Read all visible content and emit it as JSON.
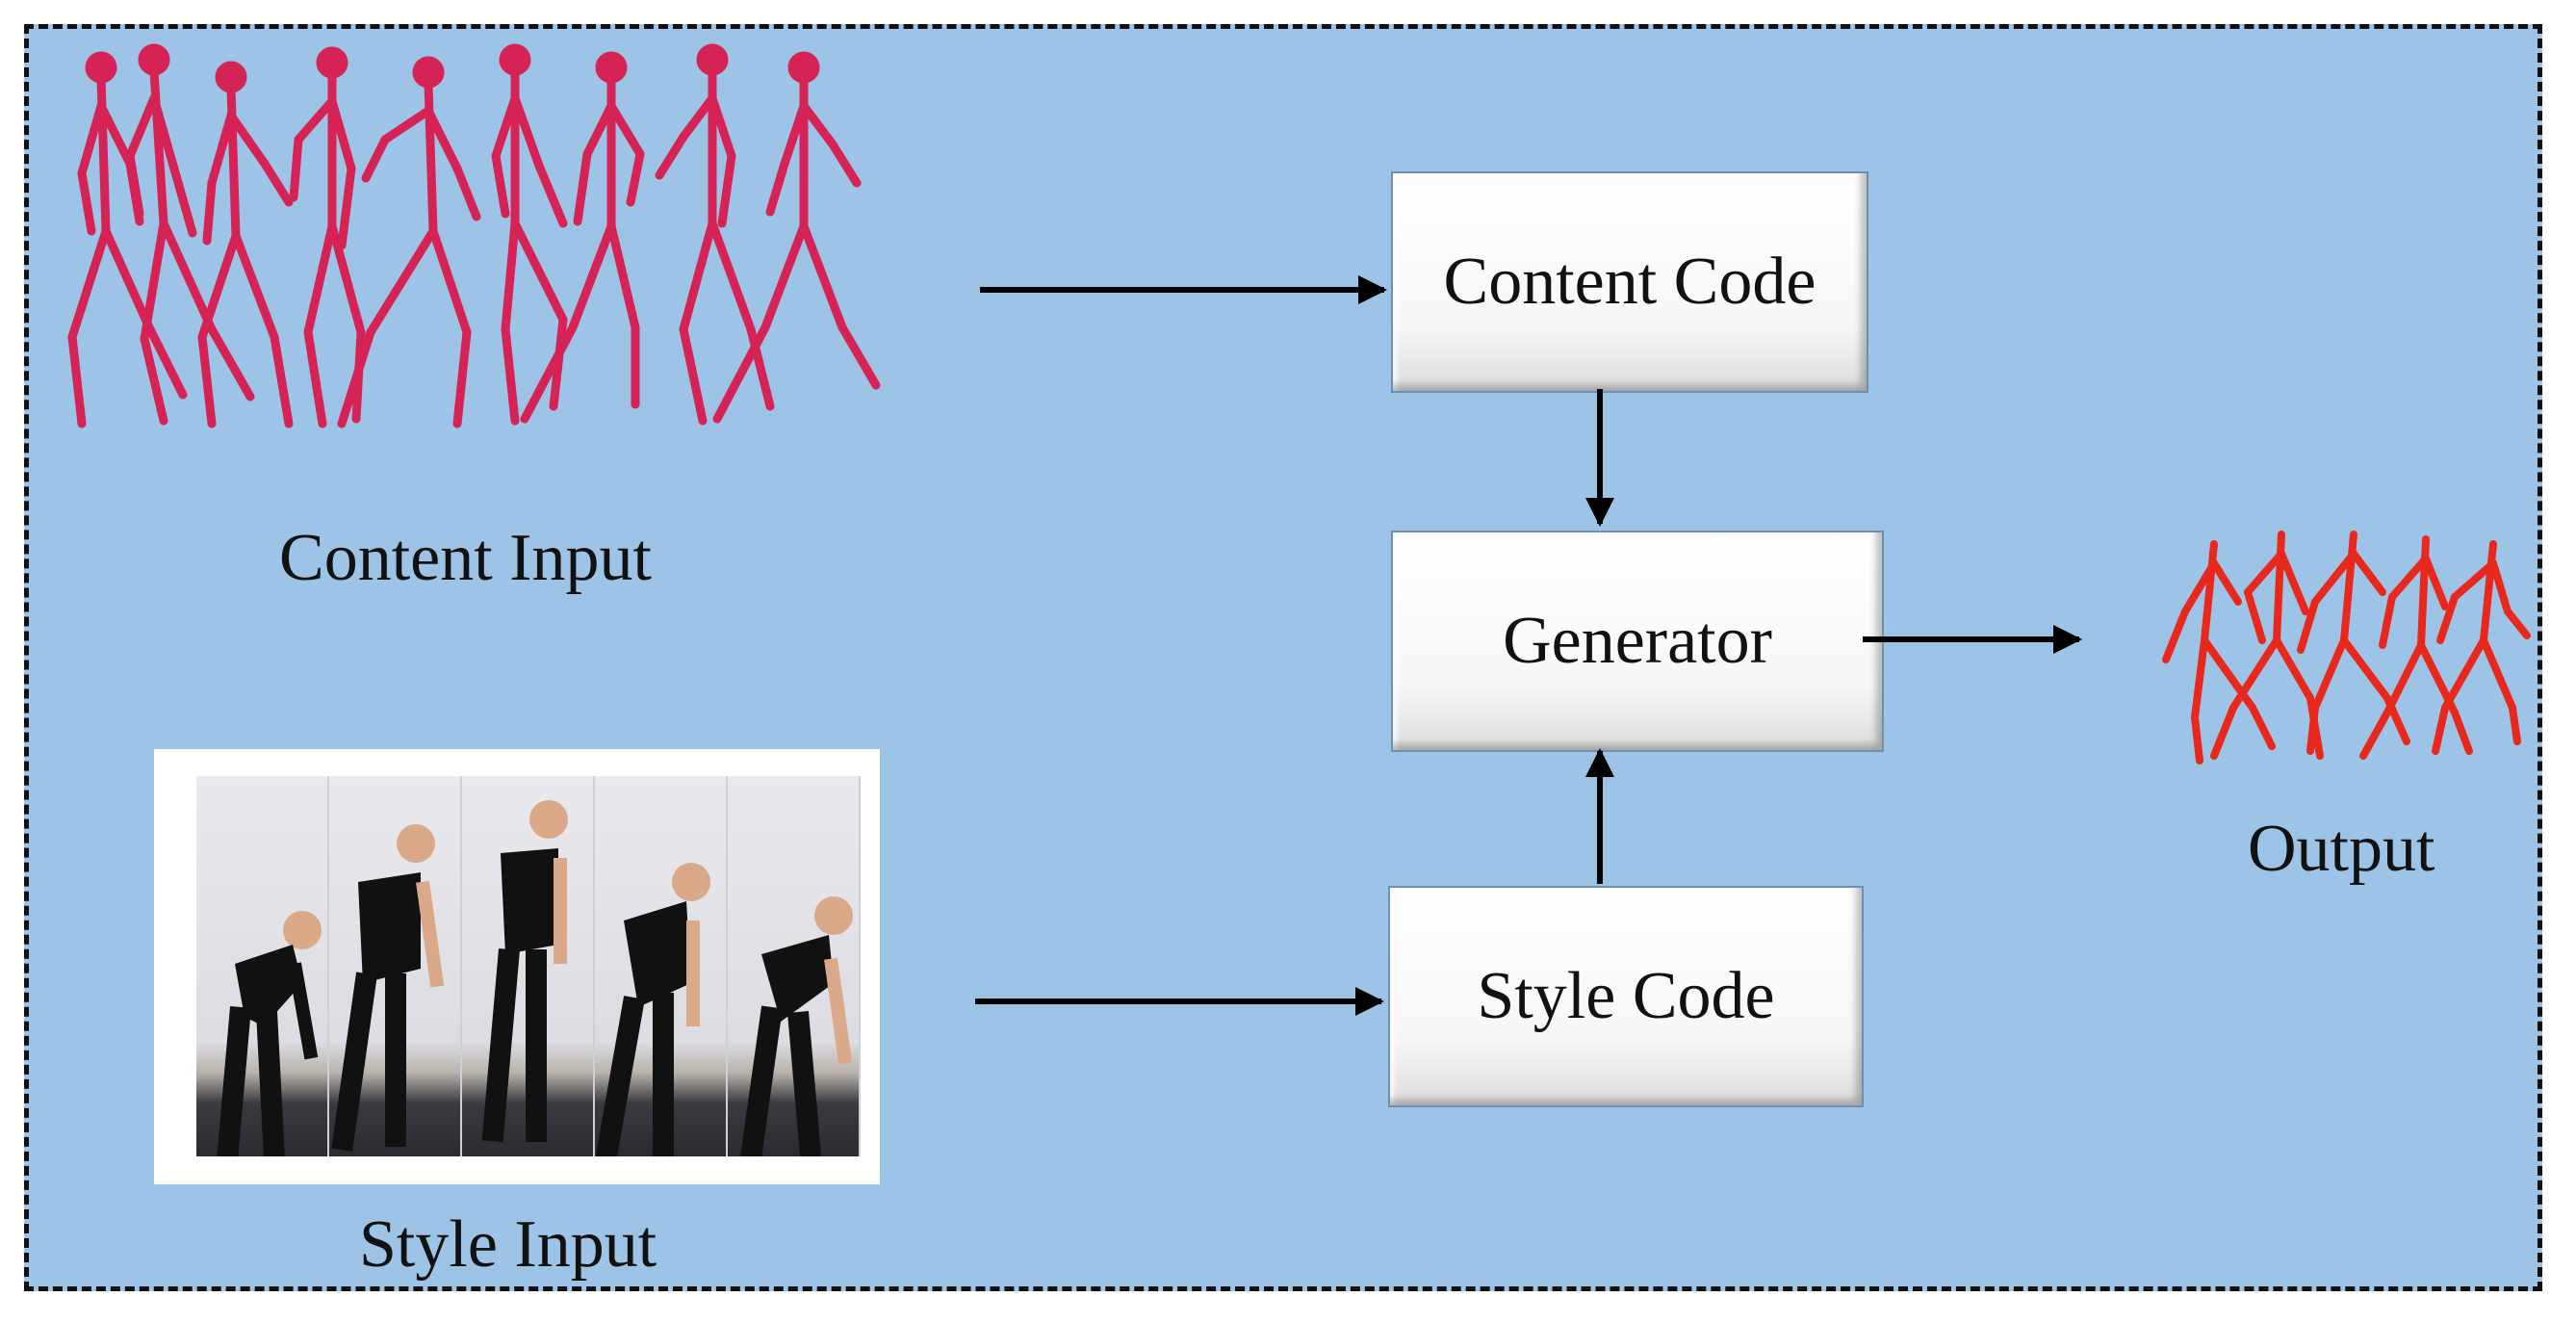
{
  "labels": {
    "content_input": "Content Input",
    "style_input": "Style Input",
    "output": "Output"
  },
  "boxes": {
    "content_code": "Content Code",
    "generator": "Generator",
    "style_code": "Style Code"
  },
  "colors": {
    "background": "#9dc3e6",
    "content_skeleton": "#d81b4e",
    "output_skeleton": "#e8281c"
  }
}
